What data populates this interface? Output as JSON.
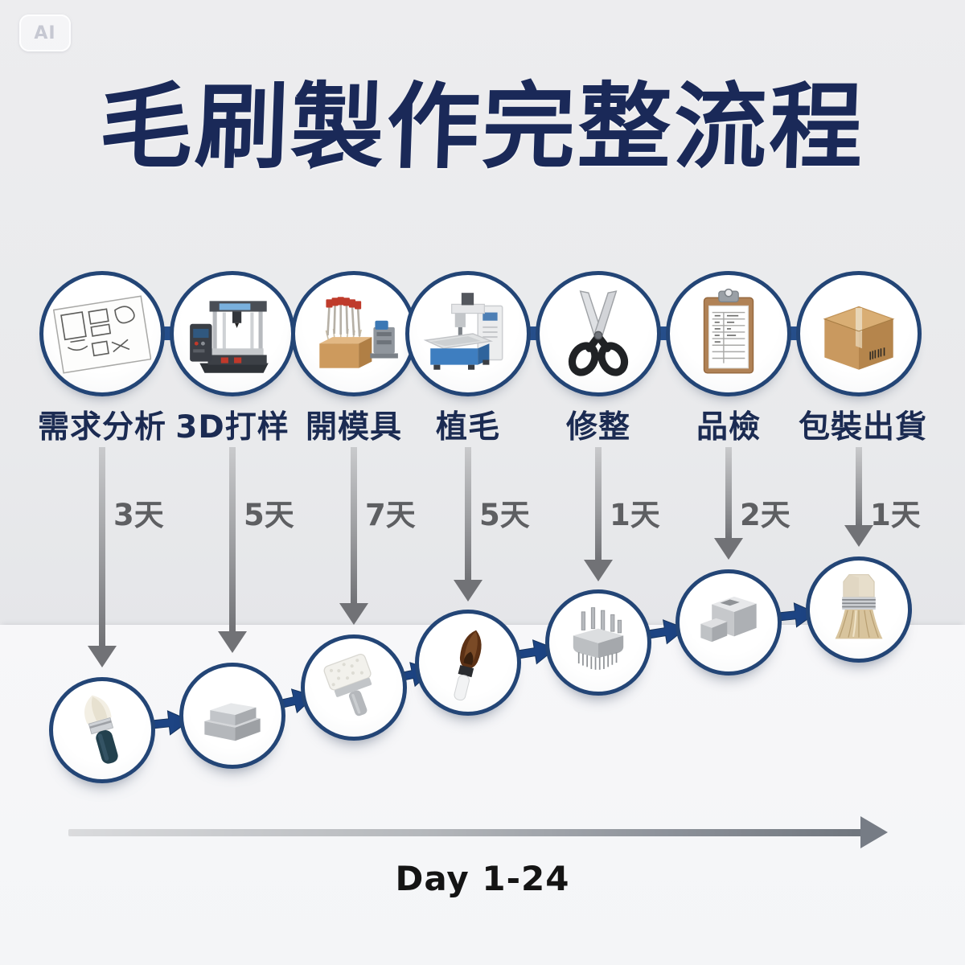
{
  "watermark": "AI",
  "title": "毛刷製作完整流程",
  "stages": [
    {
      "label": "需求分析",
      "duration": "3天",
      "icon": "blueprint-sketch-icon"
    },
    {
      "label": "3D打样",
      "duration": "5天",
      "icon": "3d-printer-icon"
    },
    {
      "label": "開模具",
      "duration": "7天",
      "icon": "mold-tooling-icon"
    },
    {
      "label": "植毛",
      "duration": "5天",
      "icon": "tufting-machine-icon"
    },
    {
      "label": "修整",
      "duration": "1天",
      "icon": "scissors-icon"
    },
    {
      "label": "品檢",
      "duration": "2天",
      "icon": "inspection-clipboard-icon"
    },
    {
      "label": "包裝出貨",
      "duration": "1天",
      "icon": "shipping-box-icon"
    }
  ],
  "products": [
    {
      "icon": "powder-brush-dark-handle-icon"
    },
    {
      "icon": "metal-billet-blocks-icon"
    },
    {
      "icon": "white-tuft-flat-brush-icon"
    },
    {
      "icon": "round-brush-white-handle-icon"
    },
    {
      "icon": "brush-block-with-pins-icon"
    },
    {
      "icon": "machined-mold-block-icon"
    },
    {
      "icon": "banded-bristle-brush-icon"
    }
  ],
  "timeline": {
    "label": "Day 1-24"
  },
  "colors": {
    "title_navy": "#1a2958",
    "ring_blue": "#234576",
    "connector_blue": "#27508d",
    "flow_arrow_blue": "#1d4483",
    "gray_arrow": "#717276",
    "duration_gray": "#5e5f62",
    "bg_upper": "#ebecee",
    "bg_lower": "#f5f6f8"
  }
}
